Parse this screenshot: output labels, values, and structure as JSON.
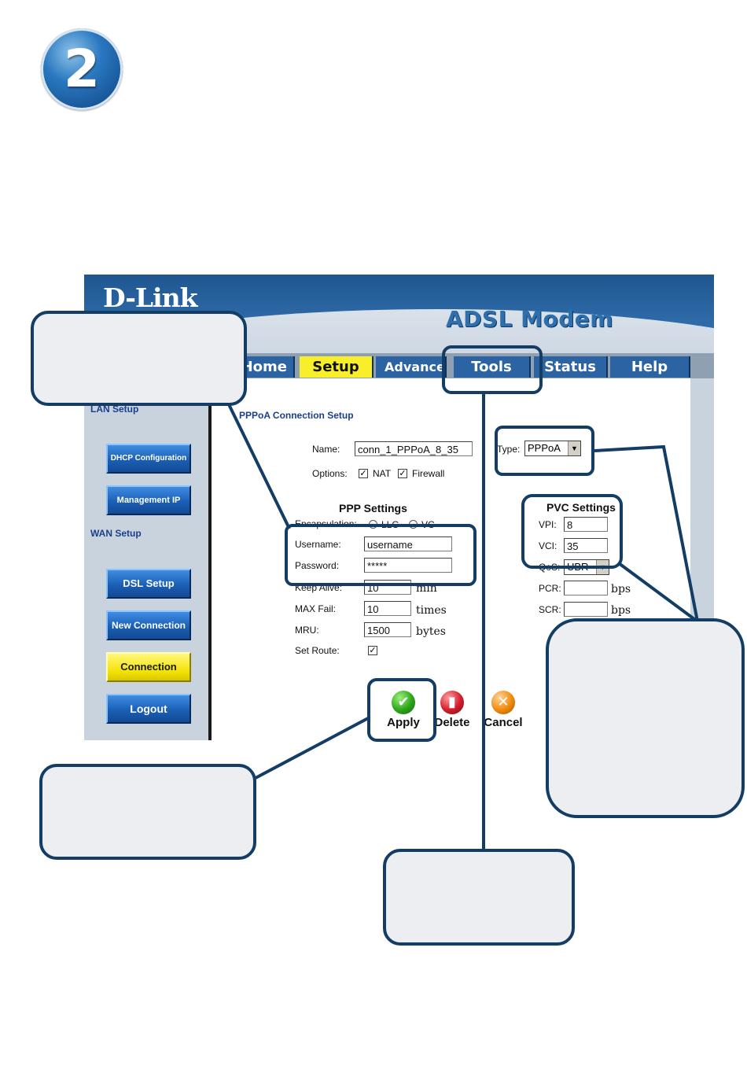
{
  "step": {
    "number": "2"
  },
  "app": {
    "logo": "D-Link",
    "product": "ADSL Modem",
    "tabs": [
      {
        "label": "Home",
        "active": false
      },
      {
        "label": "Setup",
        "active": true
      },
      {
        "label": "Advanced",
        "active": false
      },
      {
        "label": "Tools",
        "active": false
      },
      {
        "label": "Status",
        "active": false
      },
      {
        "label": "Help",
        "active": false
      }
    ]
  },
  "sidebar": {
    "lan_heading": "LAN Setup",
    "wan_heading": "WAN Setup",
    "items": [
      {
        "label": "DHCP Configuration"
      },
      {
        "label": "Management IP"
      },
      {
        "label": "DSL Setup"
      },
      {
        "label": "New Connection"
      },
      {
        "label": "Connection",
        "active": true
      },
      {
        "label": "Logout"
      }
    ]
  },
  "form": {
    "title": "PPPoA Connection Setup",
    "name_label": "Name:",
    "name_value": "conn_1_PPPoA_8_35",
    "type_label": "Type:",
    "type_value": "PPPoA",
    "options_label": "Options:",
    "nat_label": "NAT",
    "firewall_label": "Firewall",
    "ppp_heading": "PPP Settings",
    "encapsulation_label": "Encapsulation:",
    "encap_llc": "LLC",
    "encap_vc": "VC",
    "username_label": "Username:",
    "username_value": "username",
    "password_label": "Password:",
    "password_value": "*****",
    "keepalive_label": "Keep Alive:",
    "keepalive_value": "10",
    "keepalive_unit": "min",
    "maxfail_label": "MAX Fail:",
    "maxfail_value": "10",
    "maxfail_unit": "times",
    "mru_label": "MRU:",
    "mru_value": "1500",
    "mru_unit": "bytes",
    "setroute_label": "Set Route:",
    "pvc_heading": "PVC Settings",
    "vpi_label": "VPI:",
    "vpi_value": "8",
    "vci_label": "VCI:",
    "vci_value": "35",
    "qos_label": "QoS:",
    "qos_value": "UBR",
    "pcr_label": "PCR:",
    "pcr_unit": "bps",
    "scr_label": "SCR:",
    "scr_unit": "bps"
  },
  "actions": {
    "apply": "Apply",
    "delete": "Delete",
    "cancel": "Cancel"
  },
  "icons": {
    "apply": "check-icon",
    "delete": "trash-icon",
    "cancel": "x-icon"
  },
  "colors": {
    "callout_border": "#143d66",
    "active_tab": "#f8ef2a",
    "tab": "#2c63a2"
  }
}
